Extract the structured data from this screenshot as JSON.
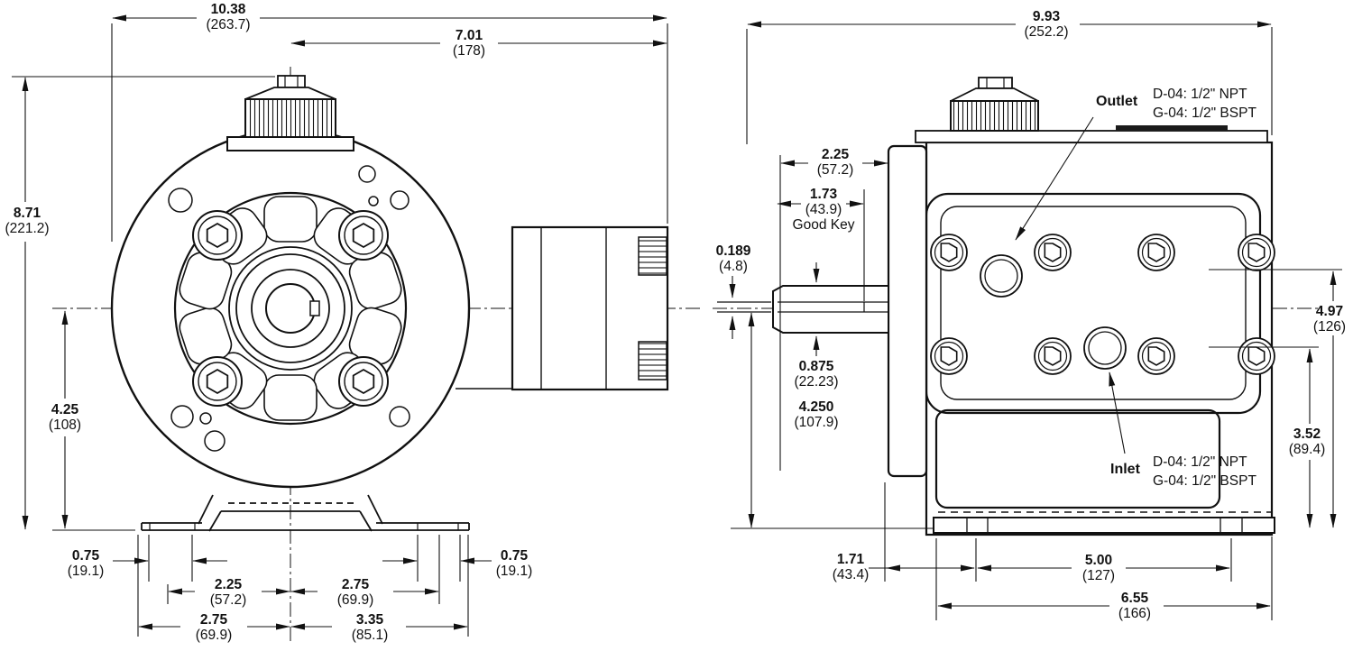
{
  "drawing": {
    "type": "pump dimensional drawing, front and side views",
    "line_color": "#111111",
    "background": "#ffffff"
  },
  "dims": {
    "front_overall_width": {
      "v": "10.38",
      "m": "(263.7)"
    },
    "front_center_to_right": {
      "v": "7.01",
      "m": "(178)"
    },
    "front_overall_height": {
      "v": "8.71",
      "m": "(221.2)"
    },
    "front_center_to_base": {
      "v": "4.25",
      "m": "(108)"
    },
    "front_foot_left": {
      "v": "0.75",
      "m": "(19.1)"
    },
    "front_bolt_left": {
      "v": "2.25",
      "m": "(57.2)"
    },
    "front_bolt_right": {
      "v": "2.75",
      "m": "(69.9)"
    },
    "front_foot_right": {
      "v": "0.75",
      "m": "(19.1)"
    },
    "front_base_left": {
      "v": "2.75",
      "m": "(69.9)"
    },
    "front_base_right": {
      "v": "3.35",
      "m": "(85.1)"
    },
    "side_overall_width": {
      "v": "9.93",
      "m": "(252.2)"
    },
    "side_shaft_length": {
      "v": "2.25",
      "m": "(57.2)"
    },
    "side_key_length": {
      "v": "1.73",
      "m": "(43.9)",
      "note": "Good Key"
    },
    "side_key_depth": {
      "v": "0.189",
      "m": "(4.8)"
    },
    "side_shaft_diameter": {
      "v": "0.875",
      "m": "(22.23)"
    },
    "side_center_height": {
      "v": "4.250",
      "m": "(107.9)"
    },
    "side_outlet_height": {
      "v": "4.97",
      "m": "(126)"
    },
    "side_inlet_height": {
      "v": "3.52",
      "m": "(89.4)"
    },
    "side_base_offset": {
      "v": "1.71",
      "m": "(43.4)"
    },
    "side_slot_spacing": {
      "v": "5.00",
      "m": "(127)"
    },
    "side_base_length": {
      "v": "6.55",
      "m": "(166)"
    }
  },
  "callouts": {
    "outlet": {
      "label": "Outlet",
      "line1": "D-04: 1/2\" NPT",
      "line2": "G-04: 1/2\" BSPT"
    },
    "inlet": {
      "label": "Inlet",
      "line1": "D-04: 1/2\" NPT",
      "line2": "G-04: 1/2\" BSPT"
    }
  }
}
